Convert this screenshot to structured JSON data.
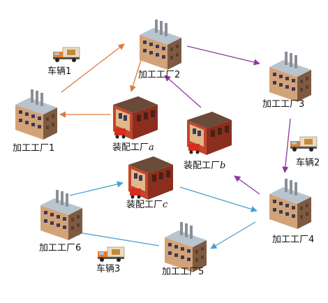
{
  "colors": {
    "orange_route": "#e0793a",
    "purple_route": "#8a3b9a",
    "blue_route": "#4a9fd0"
  },
  "nodes": {
    "factory1": {
      "label": "加工工厂1"
    },
    "factory2": {
      "label": "加工工厂2"
    },
    "factory3": {
      "label": "加工工厂3"
    },
    "factory4": {
      "label": "加工工厂4"
    },
    "factory5": {
      "label": "加工工厂5"
    },
    "factory6": {
      "label": "加工工厂6"
    },
    "assembly_a": {
      "label": "装配工厂",
      "suffix": "a"
    },
    "assembly_b": {
      "label": "装配工厂",
      "suffix": "b"
    },
    "assembly_c": {
      "label": "装配工厂",
      "suffix": "c"
    }
  },
  "vehicles": {
    "vehicle1": {
      "label": "车辆1"
    },
    "vehicle2": {
      "label": "车辆2"
    },
    "vehicle3": {
      "label": "车辆3"
    }
  }
}
